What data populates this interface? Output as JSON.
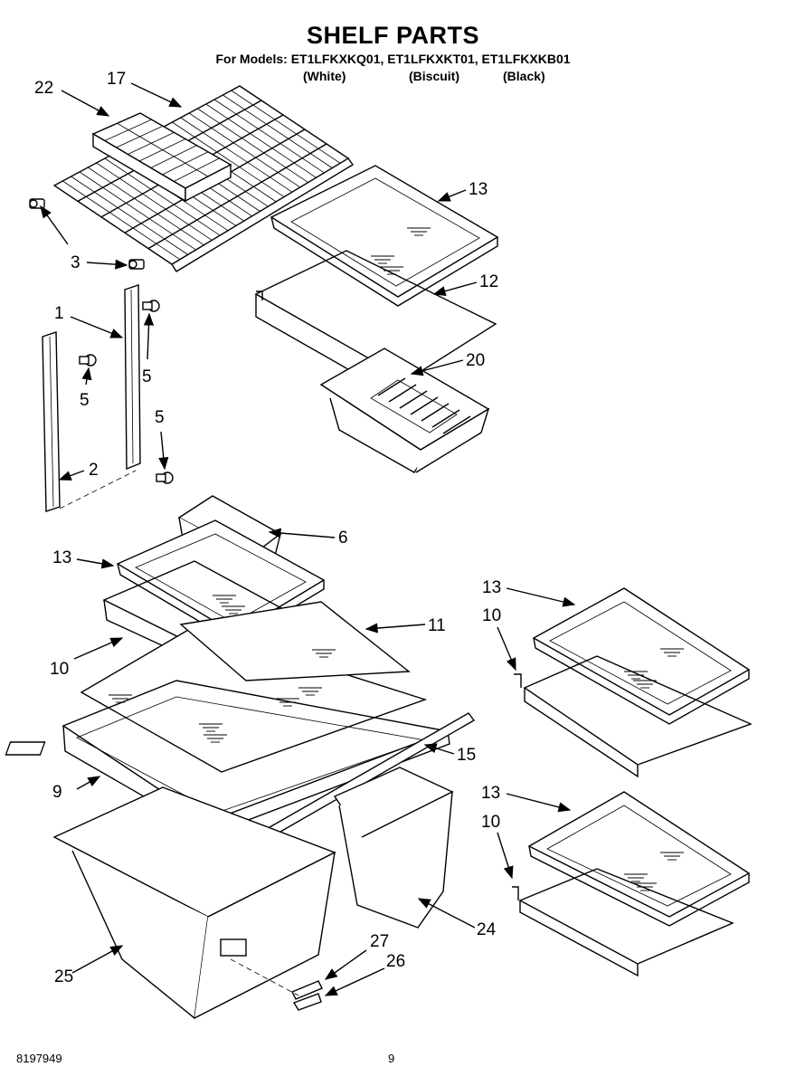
{
  "header": {
    "title": "SHELF PARTS",
    "models": "For Models: ET1LFKXKQ01, ET1LFKXKT01, ET1LFKXKB01",
    "variants": [
      "(White)",
      "(Biscuit)",
      "(Black)"
    ]
  },
  "footer": {
    "doc_number": "8197949",
    "page_number": "9"
  },
  "callouts": [
    {
      "id": "c22",
      "label": "22"
    },
    {
      "id": "c17",
      "label": "17"
    },
    {
      "id": "c3a",
      "label": "3"
    },
    {
      "id": "c13a",
      "label": "13"
    },
    {
      "id": "c12",
      "label": "12"
    },
    {
      "id": "c1",
      "label": "1"
    },
    {
      "id": "c5a",
      "label": "5"
    },
    {
      "id": "c5b",
      "label": "5"
    },
    {
      "id": "c5c",
      "label": "5"
    },
    {
      "id": "c20",
      "label": "20"
    },
    {
      "id": "c2",
      "label": "2"
    },
    {
      "id": "c6",
      "label": "6"
    },
    {
      "id": "c13b",
      "label": "13"
    },
    {
      "id": "c11",
      "label": "11"
    },
    {
      "id": "c10a",
      "label": "10"
    },
    {
      "id": "c13c",
      "label": "13"
    },
    {
      "id": "c10b",
      "label": "10"
    },
    {
      "id": "c15",
      "label": "15"
    },
    {
      "id": "c9",
      "label": "9"
    },
    {
      "id": "c13d",
      "label": "13"
    },
    {
      "id": "c10c",
      "label": "10"
    },
    {
      "id": "c24",
      "label": "24"
    },
    {
      "id": "c27",
      "label": "27"
    },
    {
      "id": "c26",
      "label": "26"
    },
    {
      "id": "c25",
      "label": "25"
    }
  ]
}
